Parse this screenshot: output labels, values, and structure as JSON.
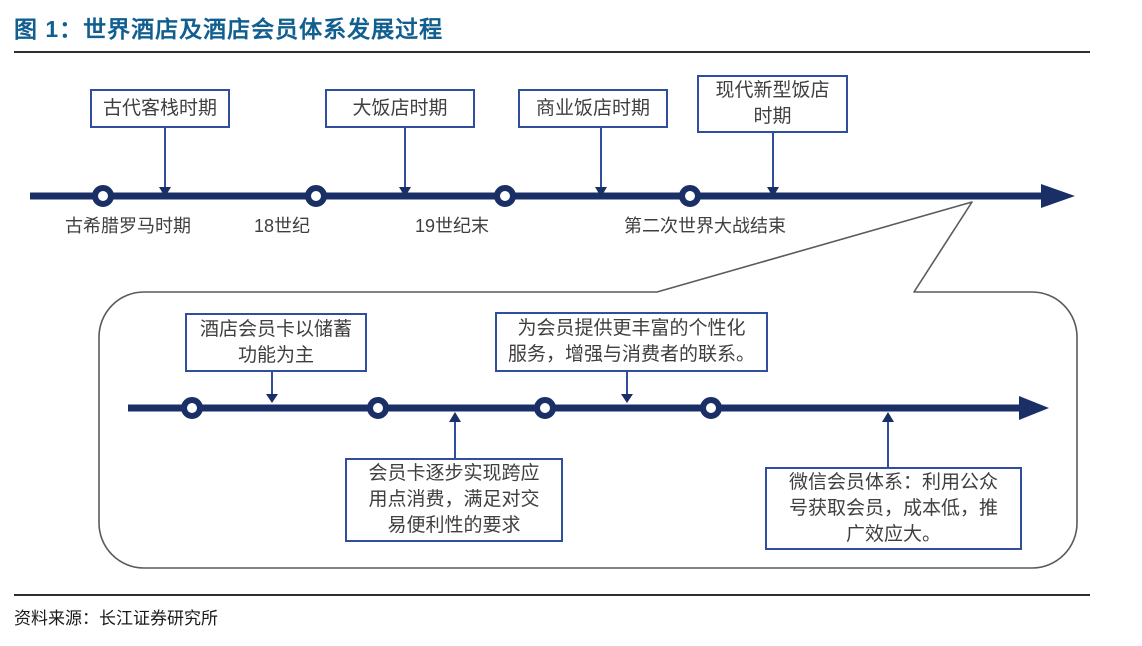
{
  "figure": {
    "title": "图 1：世界酒店及酒店会员体系发展过程",
    "source": "资料来源：长江证券研究所"
  },
  "colors": {
    "navy": "#1A2F66",
    "conn_blue": "#2F4E9E",
    "title_blue": "#115E90",
    "outline_gray": "#5A5A5A",
    "text_dark": "#3F3F3F",
    "divider_dark": "#2E2E2E"
  },
  "top_timeline": {
    "era_boxes": [
      {
        "label": "古代客栈时期"
      },
      {
        "label": "大饭店时期"
      },
      {
        "label": "商业饭店时期"
      },
      {
        "label": "现代新型饭店\n时期"
      }
    ],
    "milestones": [
      {
        "label": "古希腊罗马时期"
      },
      {
        "label": "18世纪"
      },
      {
        "label": "19世纪末"
      },
      {
        "label": "第二次世界大战结束"
      }
    ]
  },
  "membership_timeline": {
    "callouts_above": [
      {
        "label": "酒店会员卡以储蓄\n功能为主"
      },
      {
        "label": "为会员提供更丰富的个性化\n服务，增强与消费者的联系。"
      }
    ],
    "callouts_below": [
      {
        "label": "会员卡逐步实现跨应\n用点消费，满足对交\n易便利性的要求"
      },
      {
        "label": "微信会员体系：利用公众\n号获取会员，成本低，推\n广效应大。"
      }
    ]
  }
}
